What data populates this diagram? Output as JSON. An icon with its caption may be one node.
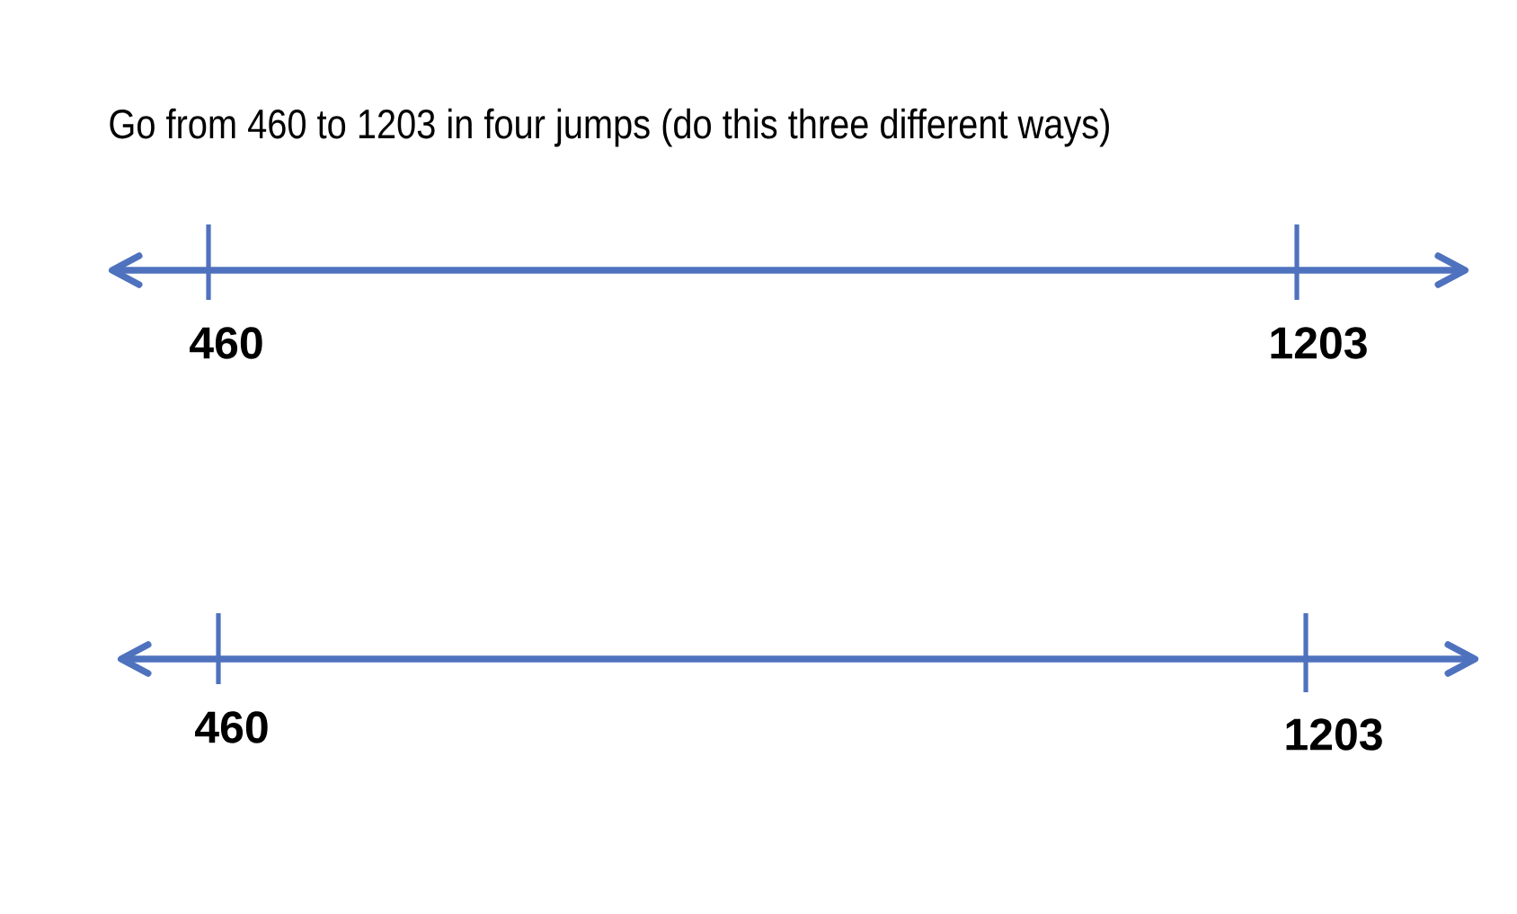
{
  "diagram": {
    "title": "Go from 460 to 1203 in four jumps (do this three different ways)",
    "labels": [
      "460",
      "1203",
      "460",
      "1203"
    ]
  }
}
